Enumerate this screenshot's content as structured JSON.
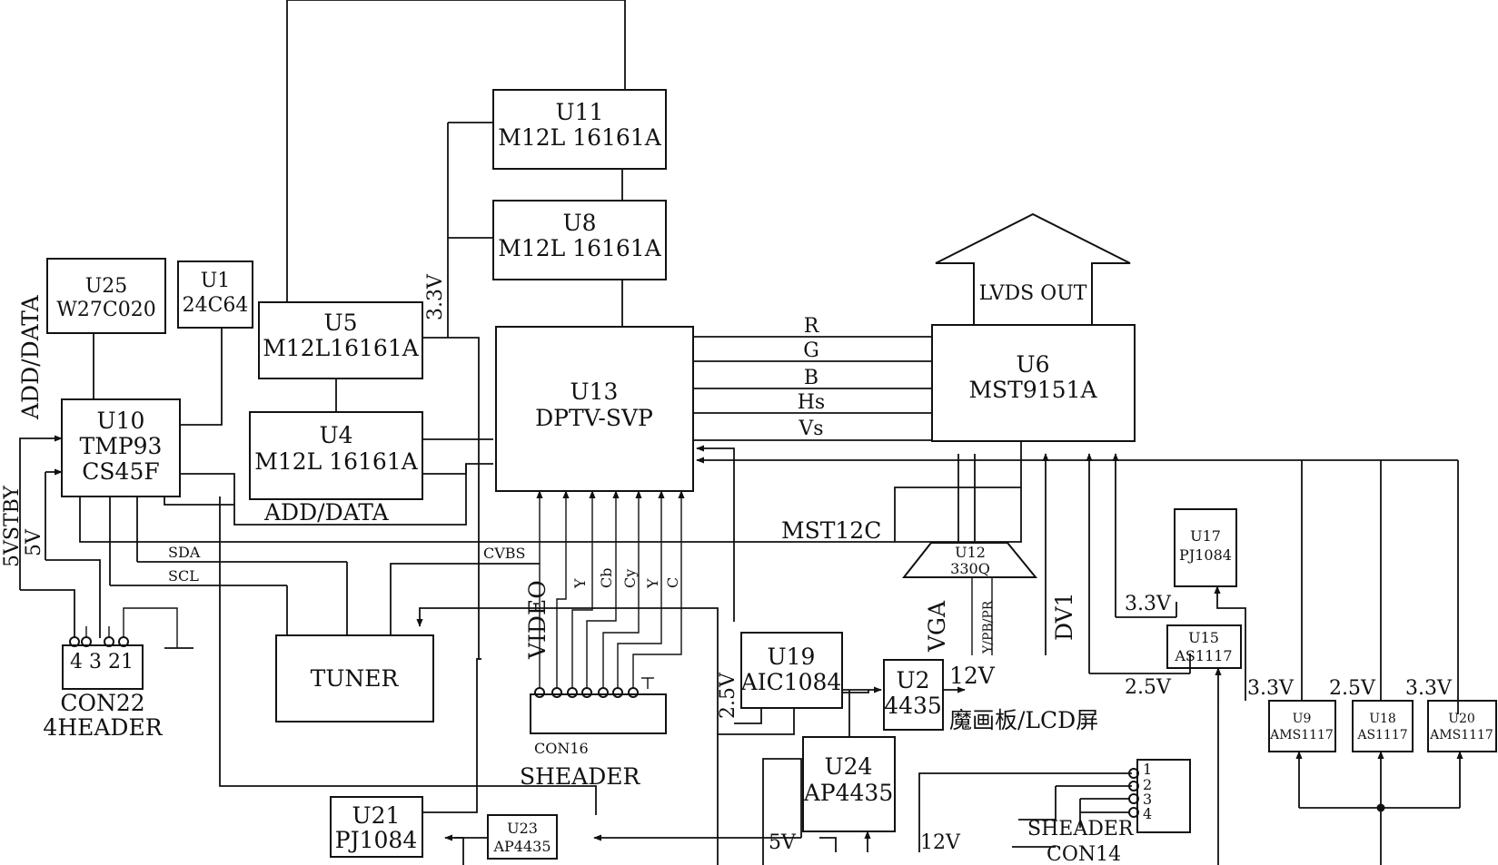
{
  "blocks": {
    "u11": [
      "U11",
      "M12L 16161A"
    ],
    "u8": [
      "U8",
      "M12L 16161A"
    ],
    "u25": [
      "U25",
      "W27C020"
    ],
    "u1": [
      "U1",
      "24C64"
    ],
    "u5": [
      "U5",
      "M12L16161A"
    ],
    "u4": [
      "U4",
      "M12L 16161A"
    ],
    "u13": [
      "U13",
      "DPTV-SVP"
    ],
    "u6": [
      "U6",
      "MST9151A"
    ],
    "u10": [
      "U10",
      "TMP93",
      "CS45F"
    ],
    "tuner": [
      "TUNER"
    ],
    "u17": [
      "U17",
      "PJ1084"
    ],
    "u15": [
      "U15",
      "AS1117"
    ],
    "u12": [
      "U12",
      "330Q"
    ],
    "u19": [
      "U19",
      "AIC1084"
    ],
    "u2": [
      "U2",
      "4435"
    ],
    "u24": [
      "U24",
      "AP4435"
    ],
    "u9": [
      "U9",
      "AMS1117"
    ],
    "u18": [
      "U18",
      "AS1117"
    ],
    "u20": [
      "U20",
      "AMS1117"
    ],
    "u21": [
      "U21",
      "PJ1084"
    ],
    "u23": [
      "U23",
      "AP4435"
    ]
  },
  "labels": {
    "lvds_out": "LVDS OUT",
    "add_data_vertical": "ADD/DATA",
    "add_data_bottom": "ADD/DATA",
    "v33_u5": "3.3V",
    "sig_r": "R",
    "sig_g": "G",
    "sig_b": "B",
    "sig_hs": "Hs",
    "sig_vs": "Vs",
    "mst12c": "MST12C",
    "fivevstby": "5VSTBY",
    "fivev_left": "5V",
    "sda": "SDA",
    "scl": "SCL",
    "cvbs": "CVBS",
    "video": "VIDEO",
    "in_y1": "Y",
    "in_cb": "Cb",
    "in_cy": "Cy",
    "in_y2": "Y",
    "in_c": "C",
    "con22_pins": "4 3 21",
    "con22_name": "CON22",
    "con22_type": "4HEADER",
    "con16": "CON16",
    "sheader16": "SHEADER",
    "v25_u19": "2.5V",
    "vga": "VGA",
    "ypbpr": "Y/PB/PR",
    "dv1": "DV1",
    "v12_u2": "12V",
    "panel": "魔画板/LCD屏",
    "v33_u17": "3.3V",
    "v25_u15": "2.5V",
    "v33_u9": "3.3V",
    "v25_u18": "2.5V",
    "v33_u20": "3.3V",
    "v5_u24": "5V",
    "v12_u24": "12V",
    "con14_p1": "1",
    "con14_p2": "2",
    "con14_p3": "3",
    "con14_p4": "4",
    "sheader14": "SHEADER",
    "con14": "CON14"
  }
}
